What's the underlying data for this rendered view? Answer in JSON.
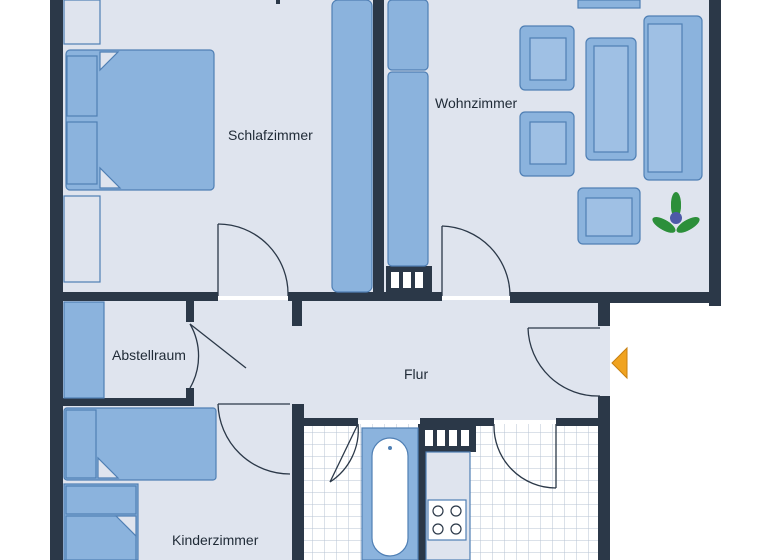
{
  "rooms": {
    "schlafzimmer": "Schlafzimmer",
    "wohnzimmer": "Wohnzimmer",
    "abstellraum": "Abstellraum",
    "flur": "Flur",
    "kinderzimmer": "Kinderzimmer"
  },
  "colors": {
    "wall": "#2b3848",
    "floor": "#dfe4ee",
    "furniture": "#8bb3dd",
    "furniture_stroke": "#4f7fb4",
    "tile": "#ffffff",
    "tile_line": "#b7c3d3",
    "entrance_marker": "#f0a320",
    "plant": "#2c8f3a"
  },
  "icons": {
    "entrance": "entrance-arrow-icon",
    "plant": "plant-icon"
  }
}
